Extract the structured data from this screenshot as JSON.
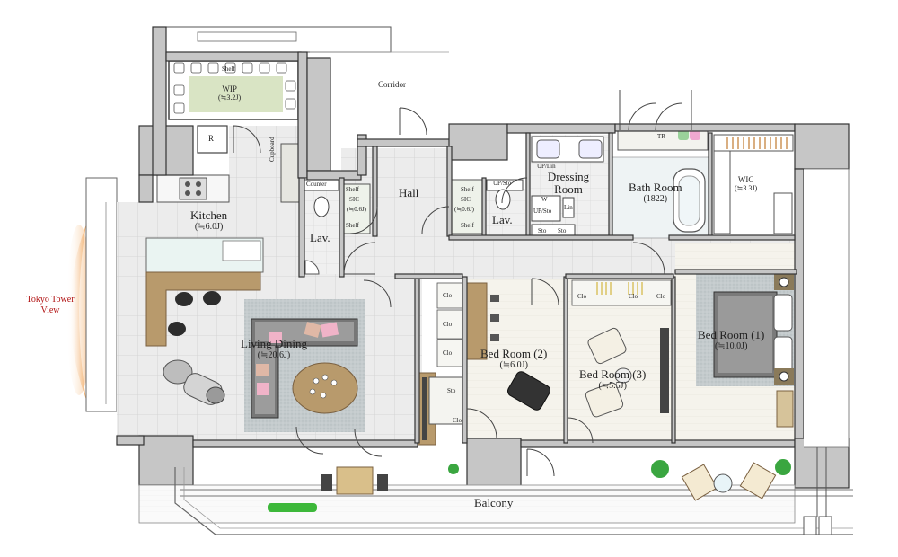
{
  "labels": {
    "corridor": "Corridor",
    "wip": "WIP",
    "wip_area": "(≒3.2J)",
    "shelf_wip": "Shelf",
    "refrigerator": "R",
    "cupboard": "Cupboard",
    "counter": "Counter",
    "hall": "Hall",
    "lav1": "Lav.",
    "lav2": "Lav.",
    "shelf_a": "Shelf",
    "shelf_a2": "Shelf",
    "sic1": "SIC",
    "sic1_area": "(≒0.6J)",
    "sic2": "SIC",
    "sic2_area": "(≒0.6J)",
    "shelf_b": "Shelf",
    "shelf_b2": "Shelf",
    "up_sto1": "UP/Sto",
    "up_sto2": "UP/Sto",
    "up_lin": "UP/Lin",
    "w": "W",
    "lin": "Lin",
    "sto1": "Sto",
    "sto2": "Sto",
    "dressing_room": "Dressing Room",
    "tr": "TR",
    "bath_room": "Bath Room",
    "bath_size": "(1822)",
    "wic": "WIC",
    "wic_area": "(≒3.3J)",
    "kitchen": "Kitchen",
    "kitchen_area": "(≒6.0J)",
    "living_dining": "Living Dining",
    "living_dining_area": "(≒20.6J)",
    "clo1": "Clo",
    "clo2": "Clo",
    "clo3": "Clo",
    "clo4": "Clo",
    "clo5": "Clo",
    "clo6": "Clo",
    "sto3": "Sto",
    "clo7": "Clo",
    "bed2": "Bed Room (2)",
    "bed2_area": "(≒6.0J)",
    "bed3": "Bed Room (3)",
    "bed3_area": "(≒5.5J)",
    "bed1": "Bed Room (1)",
    "bed1_area": "(≒10.0J)",
    "balcony": "Balcony",
    "tokyo_view": "Tokyo Tower View"
  },
  "colors": {
    "wall": "#333333",
    "wall_fill": "#c8c8c8",
    "column": "#b5b5b5",
    "floor_tile": "#ececec",
    "floor_wood": "#f4f2ea",
    "carpet": "#c2cacc",
    "wip_green": "#d9e4c4",
    "wood": "#b89a6c",
    "view_glow": "#f2b070"
  }
}
